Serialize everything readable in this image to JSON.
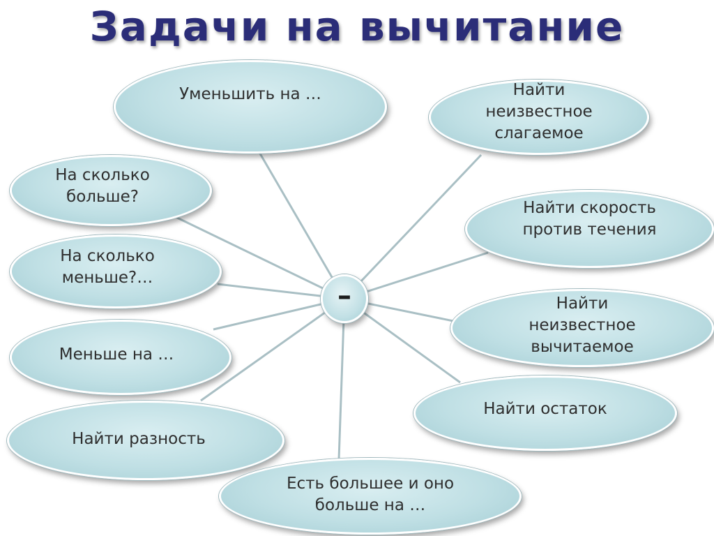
{
  "title": "Задачи на вычитание",
  "hub": {
    "symbol": "–"
  },
  "nodes": [
    {
      "id": "umenshit-na",
      "label": "Уменьшить на …"
    },
    {
      "id": "nayti-neizvestnoe-slagaemoe",
      "label": "Найти\nнеизвестное\nслагаемое"
    },
    {
      "id": "na-skolko-bolshe",
      "label": "На сколько\nбольше?"
    },
    {
      "id": "nayti-skorost-protiv-techeniya",
      "label": "Найти скорость\nпротив течения"
    },
    {
      "id": "na-skolko-menshe",
      "label": "На сколько\nменьше?…"
    },
    {
      "id": "nayti-neizvestnoe-vychitaemoe",
      "label": "Найти\nнеизвестное\nвычитаемое"
    },
    {
      "id": "menshe-na",
      "label": "Меньше на …"
    },
    {
      "id": "nayti-ostatok",
      "label": "Найти остаток"
    },
    {
      "id": "nayti-raznost",
      "label": "Найти разность"
    },
    {
      "id": "est-bolshee",
      "label": "Есть большее и оно\nбольше на …"
    }
  ],
  "colors": {
    "title": "#2b2d78",
    "node_fill": "#bfdfe4",
    "connector": "#a9bfc4"
  }
}
